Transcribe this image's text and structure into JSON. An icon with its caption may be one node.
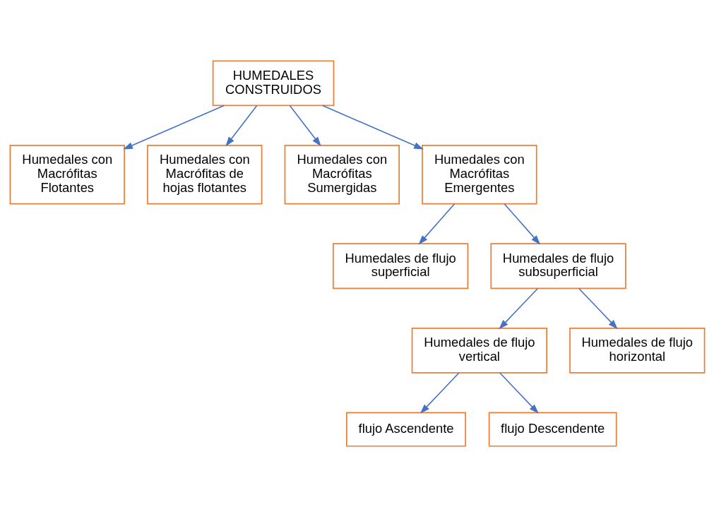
{
  "diagram": {
    "nodes": [
      {
        "text": [
          "HUMEDALES CONSTRUIDOS"
        ]
      },
      {
        "text": [
          "Humedales con Macrófitas Flotantes"
        ]
      },
      {
        "text": [
          "Humedales con Macrófitas de hojas flotantes"
        ]
      },
      {
        "text": [
          "Humedales con Macrófitas Sumergidas"
        ]
      },
      {
        "text": [
          "Humedales con Macrófitas Emergentes"
        ]
      },
      {
        "text": [
          "Humedales de flujo superficial"
        ]
      },
      {
        "text": [
          "Humedales de flujo subsuperficial"
        ]
      },
      {
        "text": [
          "flujo Ascendente"
        ]
      },
      {
        "text": [
          "Humedales de flujo vertical"
        ]
      },
      {
        "text": [
          "Humedales de flujo horizontal"
        ]
      },
      {
        "text": [
          "flujo Descendente"
        ]
      }
    ],
    "edges": [
      {
        "from": 0,
        "to": 1,
        "arrow": "to"
      },
      {
        "from": 0,
        "to": 2,
        "arrow": "to"
      },
      {
        "from": 0,
        "to": 3,
        "arrow": "to"
      },
      {
        "from": 0,
        "to": 4,
        "arrow": "to"
      },
      {
        "from": 4,
        "to": 5,
        "arrow": "to"
      },
      {
        "from": 4,
        "to": 6,
        "arrow": "to"
      },
      {
        "from": 6,
        "to": 8,
        "arrow": "to"
      },
      {
        "from": 6,
        "to": 9,
        "arrow": "to"
      },
      {
        "from": 8,
        "to": 7,
        "arrow": "to"
      },
      {
        "from": 8,
        "to": 10,
        "arrow": "to"
      }
    ]
  }
}
